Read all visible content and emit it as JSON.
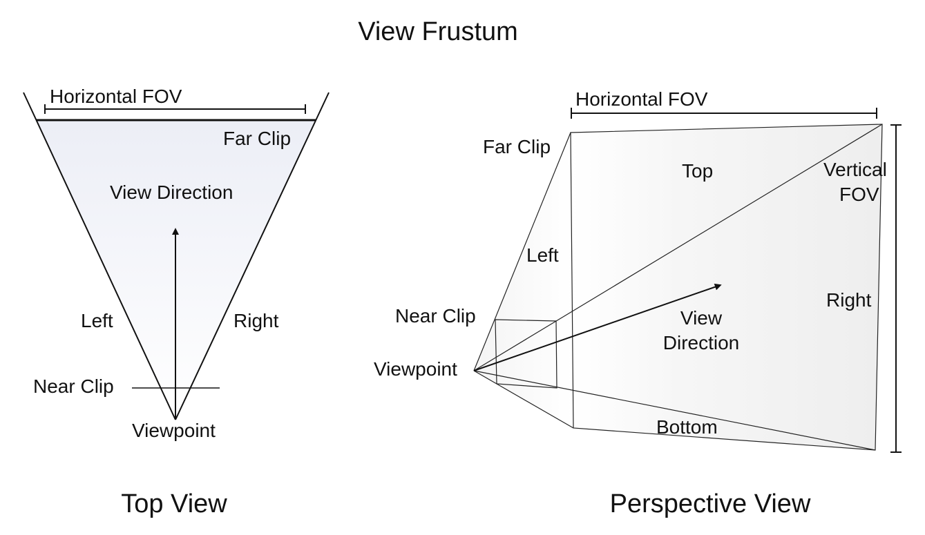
{
  "title": "View Frustum",
  "top_view": {
    "caption": "Top View",
    "horizontal_fov": "Horizontal FOV",
    "far_clip": "Far Clip",
    "view_direction": "View Direction",
    "left": "Left",
    "right": "Right",
    "near_clip": "Near Clip",
    "viewpoint": "Viewpoint"
  },
  "perspective_view": {
    "caption": "Perspective View",
    "horizontal_fov": "Horizontal FOV",
    "far_clip": "Far Clip",
    "top": "Top",
    "vertical_fov_line1": "Vertical",
    "vertical_fov_line2": "FOV",
    "left": "Left",
    "right": "Right",
    "near_clip": "Near Clip",
    "view_direction_line1": "View",
    "view_direction_line2": "Direction",
    "viewpoint": "Viewpoint",
    "bottom": "Bottom"
  },
  "colors": {
    "stroke": "#111111",
    "fill_light": "#f2f2f2",
    "fill_blueish": "#eceef6"
  }
}
